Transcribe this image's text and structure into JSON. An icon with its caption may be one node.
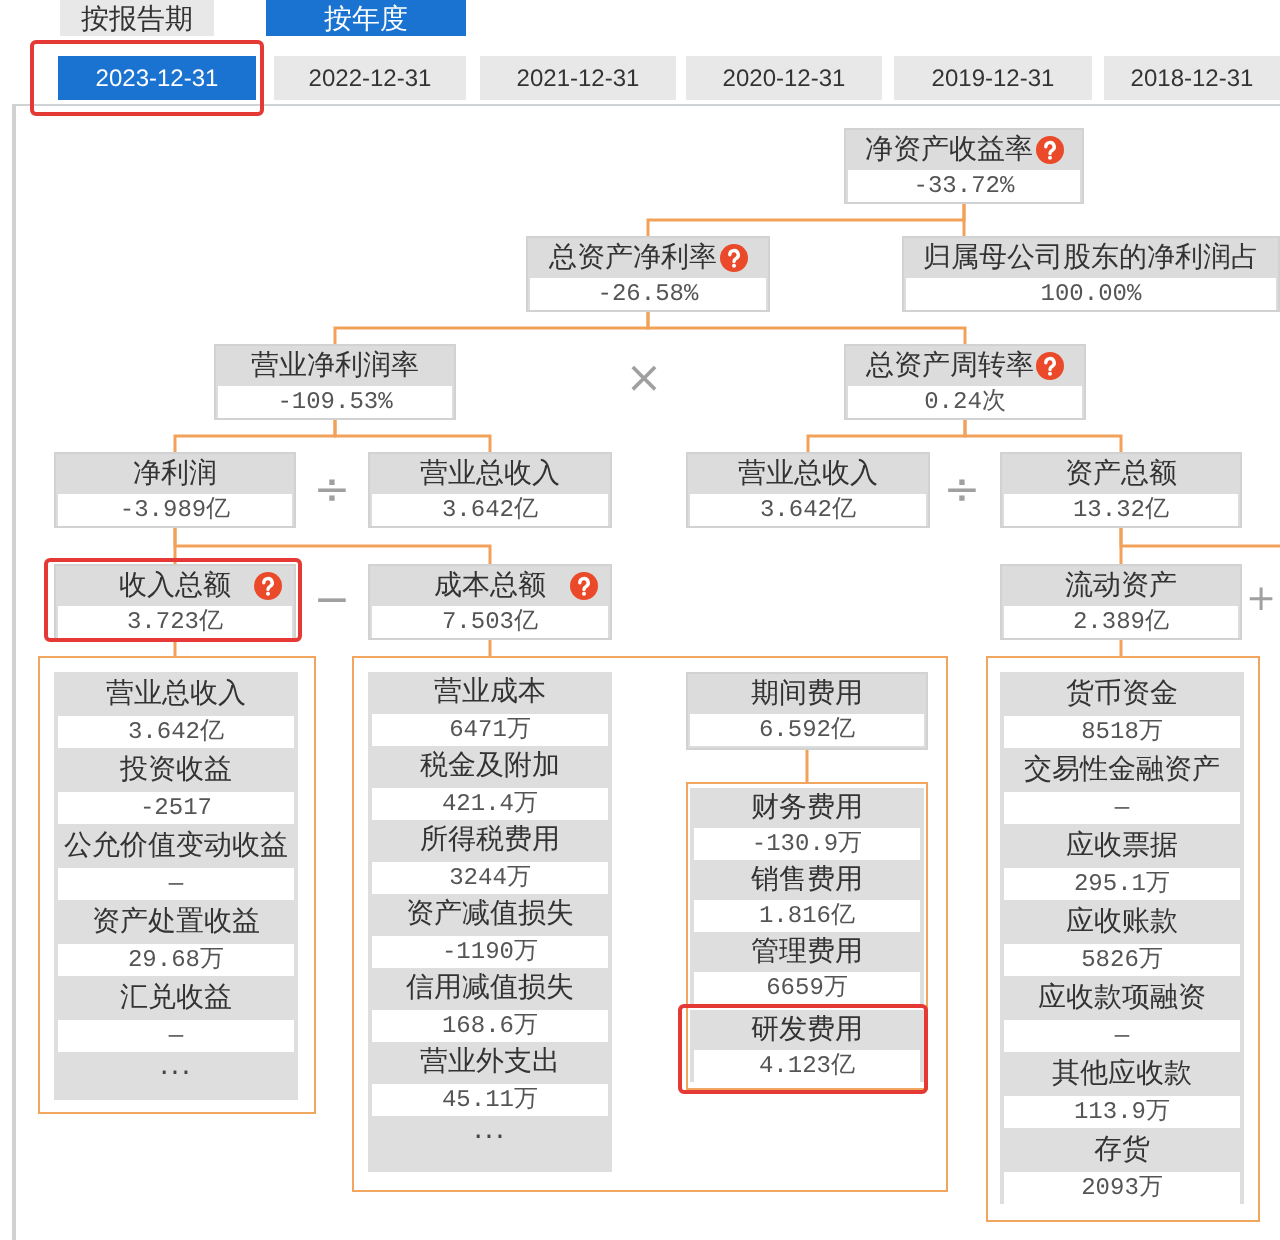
{
  "diagram": {
    "nodes": [
      {
        "text": [
          "净资产收益率",
          "-33.72%"
        ]
      },
      {
        "text": [
          "总资产净利率",
          "-26.58%"
        ]
      },
      {
        "text": [
          "归属母公司股东的净利润占",
          "100.00%"
        ]
      },
      {
        "text": [
          "营业净利润率",
          "-109.53%"
        ]
      },
      {
        "text": [
          "总资产周转率",
          "0.24次"
        ]
      },
      {
        "text": [
          "净利润",
          "-3.989亿"
        ]
      },
      {
        "text": [
          "营业总收入",
          "3.642亿"
        ]
      },
      {
        "text": [
          "营业总收入",
          "3.642亿"
        ]
      },
      {
        "text": [
          "资产总额",
          "13.32亿"
        ]
      },
      {
        "text": [
          "收入总额",
          "3.723亿"
        ]
      },
      {
        "text": [
          "成本总额",
          "7.503亿"
        ]
      },
      {
        "text": [
          "流动资产",
          "2.389亿"
        ]
      },
      {
        "text": [],
        "shape": "box"
      },
      {
        "text": [
          "营业总收入",
          "3.642亿"
        ],
        "in": 12
      },
      {
        "text": [
          "投资收益",
          "-2517"
        ],
        "in": 12
      },
      {
        "text": [
          "公允价值变动收益",
          "—"
        ],
        "in": 12
      },
      {
        "text": [
          "资产处置收益",
          "29.68万"
        ],
        "in": 12
      },
      {
        "text": [
          "汇兑收益",
          "—"
        ],
        "in": 12
      },
      {
        "text": [
          "···"
        ],
        "in": 12
      },
      {
        "text": [],
        "shape": "box"
      },
      {
        "text": [
          "营业成本",
          "6471万"
        ],
        "in": 19
      },
      {
        "text": [
          "税金及附加",
          "421.4万"
        ],
        "in": 19
      },
      {
        "text": [
          "所得税费用",
          "3244万"
        ],
        "in": 19
      },
      {
        "text": [
          "资产减值损失",
          "-1190万"
        ],
        "in": 19
      },
      {
        "text": [
          "信用减值损失",
          "168.6万"
        ],
        "in": 19
      },
      {
        "text": [
          "营业外支出",
          "45.11万"
        ],
        "in": 19
      },
      {
        "text": [
          "···"
        ],
        "in": 19
      },
      {
        "text": [
          "期间费用",
          "6.592亿"
        ],
        "in": 19
      },
      {
        "text": [],
        "shape": "box",
        "in": 19
      },
      {
        "text": [
          "财务费用",
          "-130.9万"
        ],
        "in": 28
      },
      {
        "text": [
          "销售费用",
          "1.816亿"
        ],
        "in": 28
      },
      {
        "text": [
          "管理费用",
          "6659万"
        ],
        "in": 28
      },
      {
        "text": [
          "研发费用",
          "4.123亿"
        ],
        "in": 28
      },
      {
        "text": [],
        "shape": "box"
      },
      {
        "text": [
          "货币资金",
          "8518万"
        ],
        "in": 33
      },
      {
        "text": [
          "交易性金融资产",
          "—"
        ],
        "in": 33
      },
      {
        "text": [
          "应收票据",
          "295.1万"
        ],
        "in": 33
      },
      {
        "text": [
          "应收账款",
          "5826万"
        ],
        "in": 33
      },
      {
        "text": [
          "应收款项融资",
          "—"
        ],
        "in": 33
      },
      {
        "text": [
          "其他应收款",
          "113.9万"
        ],
        "in": 33
      },
      {
        "text": [
          "存货",
          "2093万"
        ],
        "in": 33
      }
    ],
    "edges": [
      {
        "from": 0,
        "to": 1,
        "arrow": "none"
      },
      {
        "from": 0,
        "to": 2,
        "arrow": "none"
      },
      {
        "from": 1,
        "to": 3,
        "arrow": "none"
      },
      {
        "from": 1,
        "to": 4,
        "arrow": "none"
      },
      {
        "from": 3,
        "to": 5,
        "arrow": "none"
      },
      {
        "from": 3,
        "to": 6,
        "arrow": "none"
      },
      {
        "from": 4,
        "to": 7,
        "arrow": "none"
      },
      {
        "from": 4,
        "to": 8,
        "arrow": "none"
      },
      {
        "from": 5,
        "to": 9,
        "arrow": "none"
      },
      {
        "from": 5,
        "to": 10,
        "arrow": "none"
      },
      {
        "from": 8,
        "to": 11,
        "arrow": "none"
      },
      {
        "from": 8,
        "to": null,
        "arrow": "none"
      },
      {
        "from": 9,
        "to": 12,
        "arrow": "none"
      },
      {
        "from": 10,
        "to": 19,
        "arrow": "none"
      },
      {
        "from": 11,
        "to": 33,
        "arrow": "none"
      },
      {
        "from": 27,
        "to": 28,
        "arrow": "none"
      }
    ],
    "labels": [
      "按报告期",
      "按年度",
      "2023-12-31",
      "2022-12-31",
      "2021-12-31",
      "2020-12-31",
      "2019-12-31",
      "2018-12-31",
      "×",
      "÷",
      "÷",
      "−",
      "+"
    ]
  }
}
